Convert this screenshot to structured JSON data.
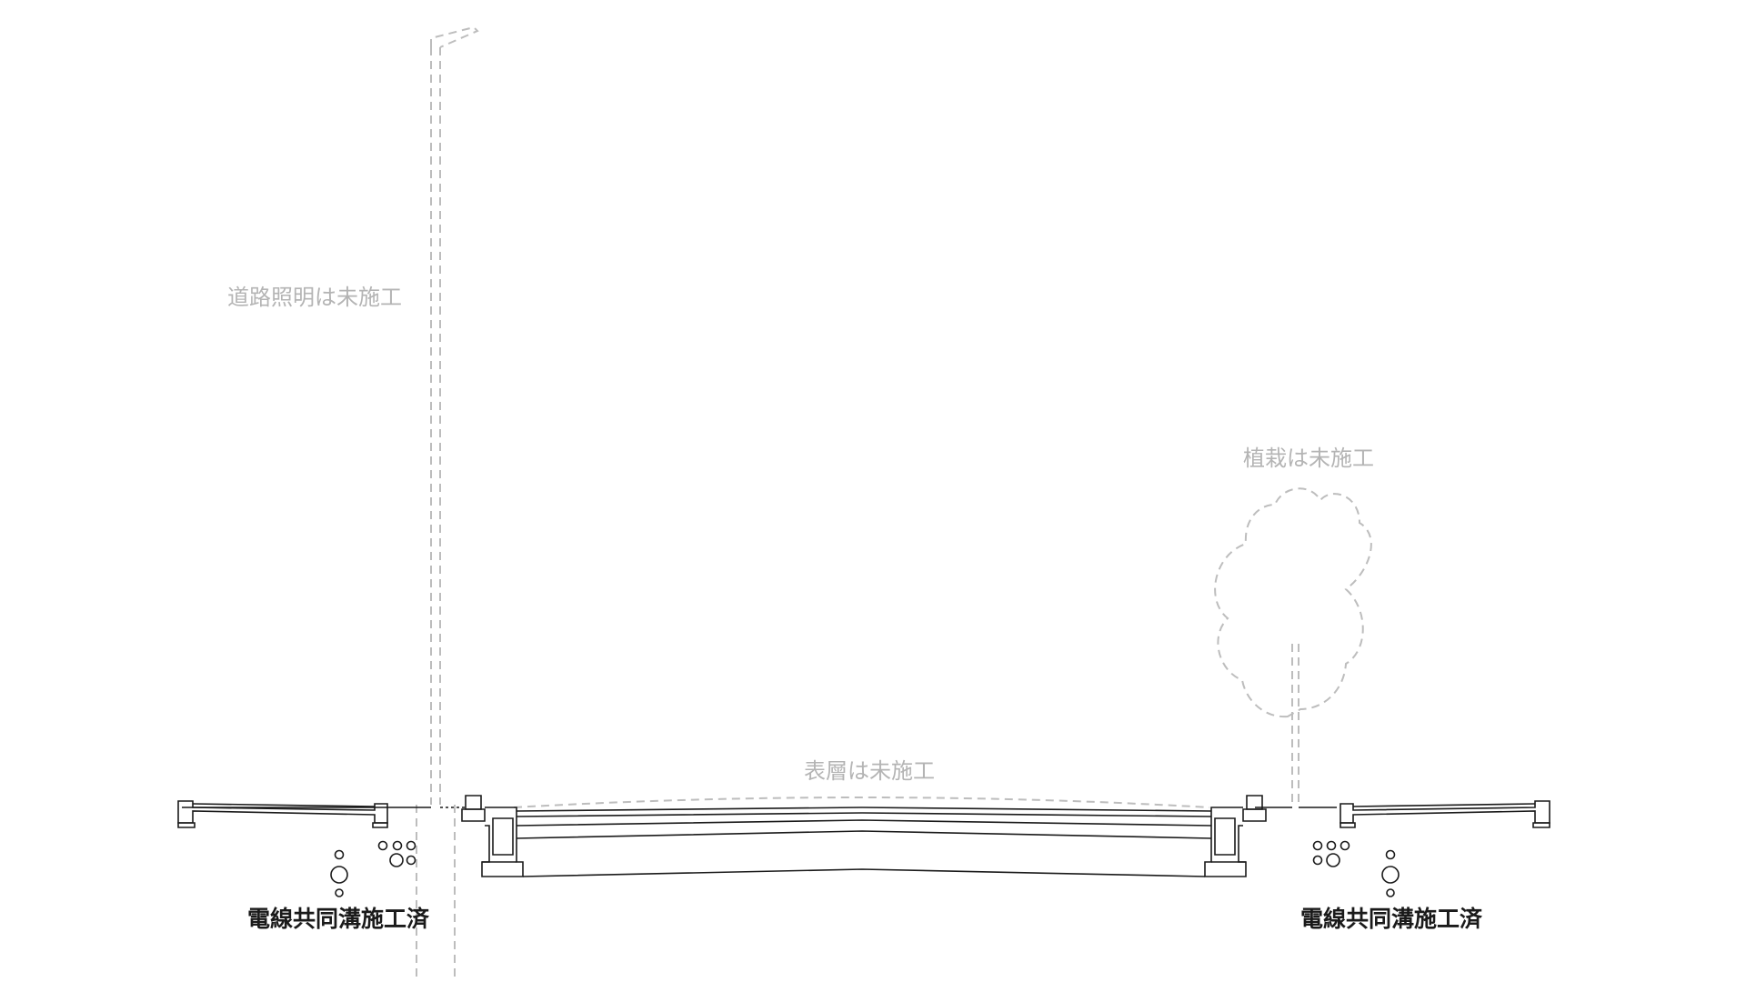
{
  "labels": {
    "road_lighting": "道路照明は未施工",
    "planting": "植栽は未施工",
    "surface_layer": "表層は未施工",
    "utility_trench_left": "電線共同溝施工済",
    "utility_trench_right": "電線共同溝施工済"
  },
  "colors": {
    "completed": "#1a1a1a",
    "pending": "#bdbdbd"
  }
}
